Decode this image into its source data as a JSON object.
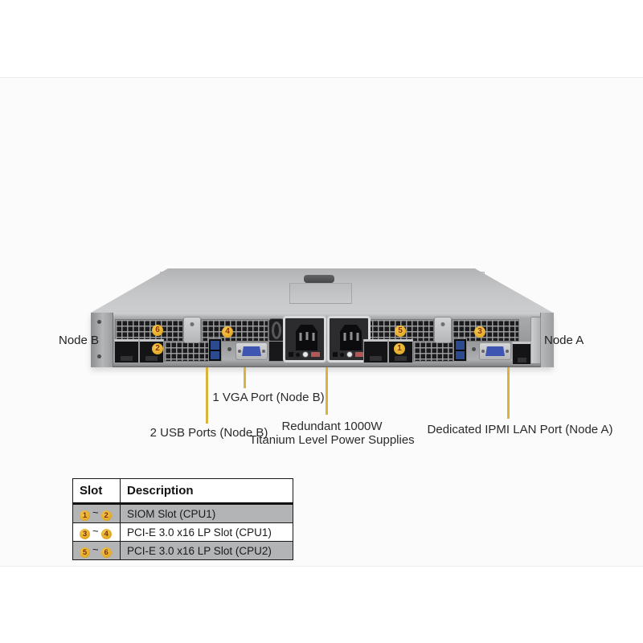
{
  "diagram": {
    "node_b_label": "Node B",
    "node_a_label": "Node A",
    "markers": {
      "1": "1",
      "2": "2",
      "3": "3",
      "4": "4",
      "5": "5",
      "6": "6"
    },
    "callouts": {
      "vga": "1 VGA Port (Node B)",
      "usb": "2 USB Ports (Node B)",
      "psu_line1": "Redundant 1000W",
      "psu_line2": "Titanium Level Power Supplies",
      "ipmi": "Dedicated IPMI LAN Port (Node A)"
    }
  },
  "table": {
    "headers": [
      "Slot",
      "Description"
    ],
    "tilde": "~",
    "rows": [
      {
        "slot_start": "1",
        "slot_end": "2",
        "description": "SIOM Slot (CPU1)"
      },
      {
        "slot_start": "3",
        "slot_end": "4",
        "description": "PCI-E 3.0 x16 LP Slot (CPU1)"
      },
      {
        "slot_start": "5",
        "slot_end": "6",
        "description": "PCI-E 3.0 x16 LP Slot (CPU2)"
      }
    ]
  },
  "colors": {
    "callout_line": "#d9b33c",
    "marker_fill": "#e8ad24",
    "marker_text": "#8a2f00",
    "table_row_gray": "#b3b4b6",
    "chassis_gray": "#c3c4c6"
  }
}
